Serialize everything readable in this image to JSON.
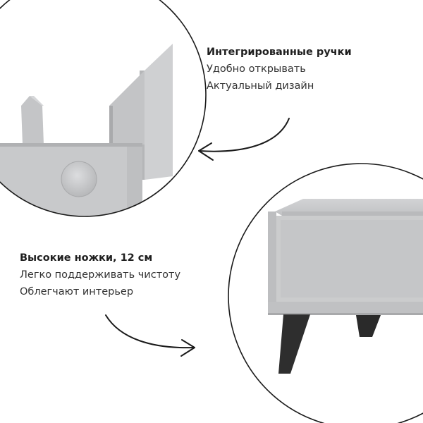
{
  "features": [
    {
      "title": "Интегрированные ручки",
      "lines": [
        "Удобно открывать",
        "Актуальный дизайн"
      ]
    },
    {
      "title": "Высокие ножки, 12 см",
      "lines": [
        "Легко поддерживать чистоту",
        "Облегчают интерьер"
      ]
    }
  ],
  "colors": {
    "panel": "#c6c7c9",
    "panel_light": "#d4d5d7",
    "panel_dark": "#aeafb1",
    "legs": "#2e2e2e",
    "outline": "#1a1a1a"
  }
}
